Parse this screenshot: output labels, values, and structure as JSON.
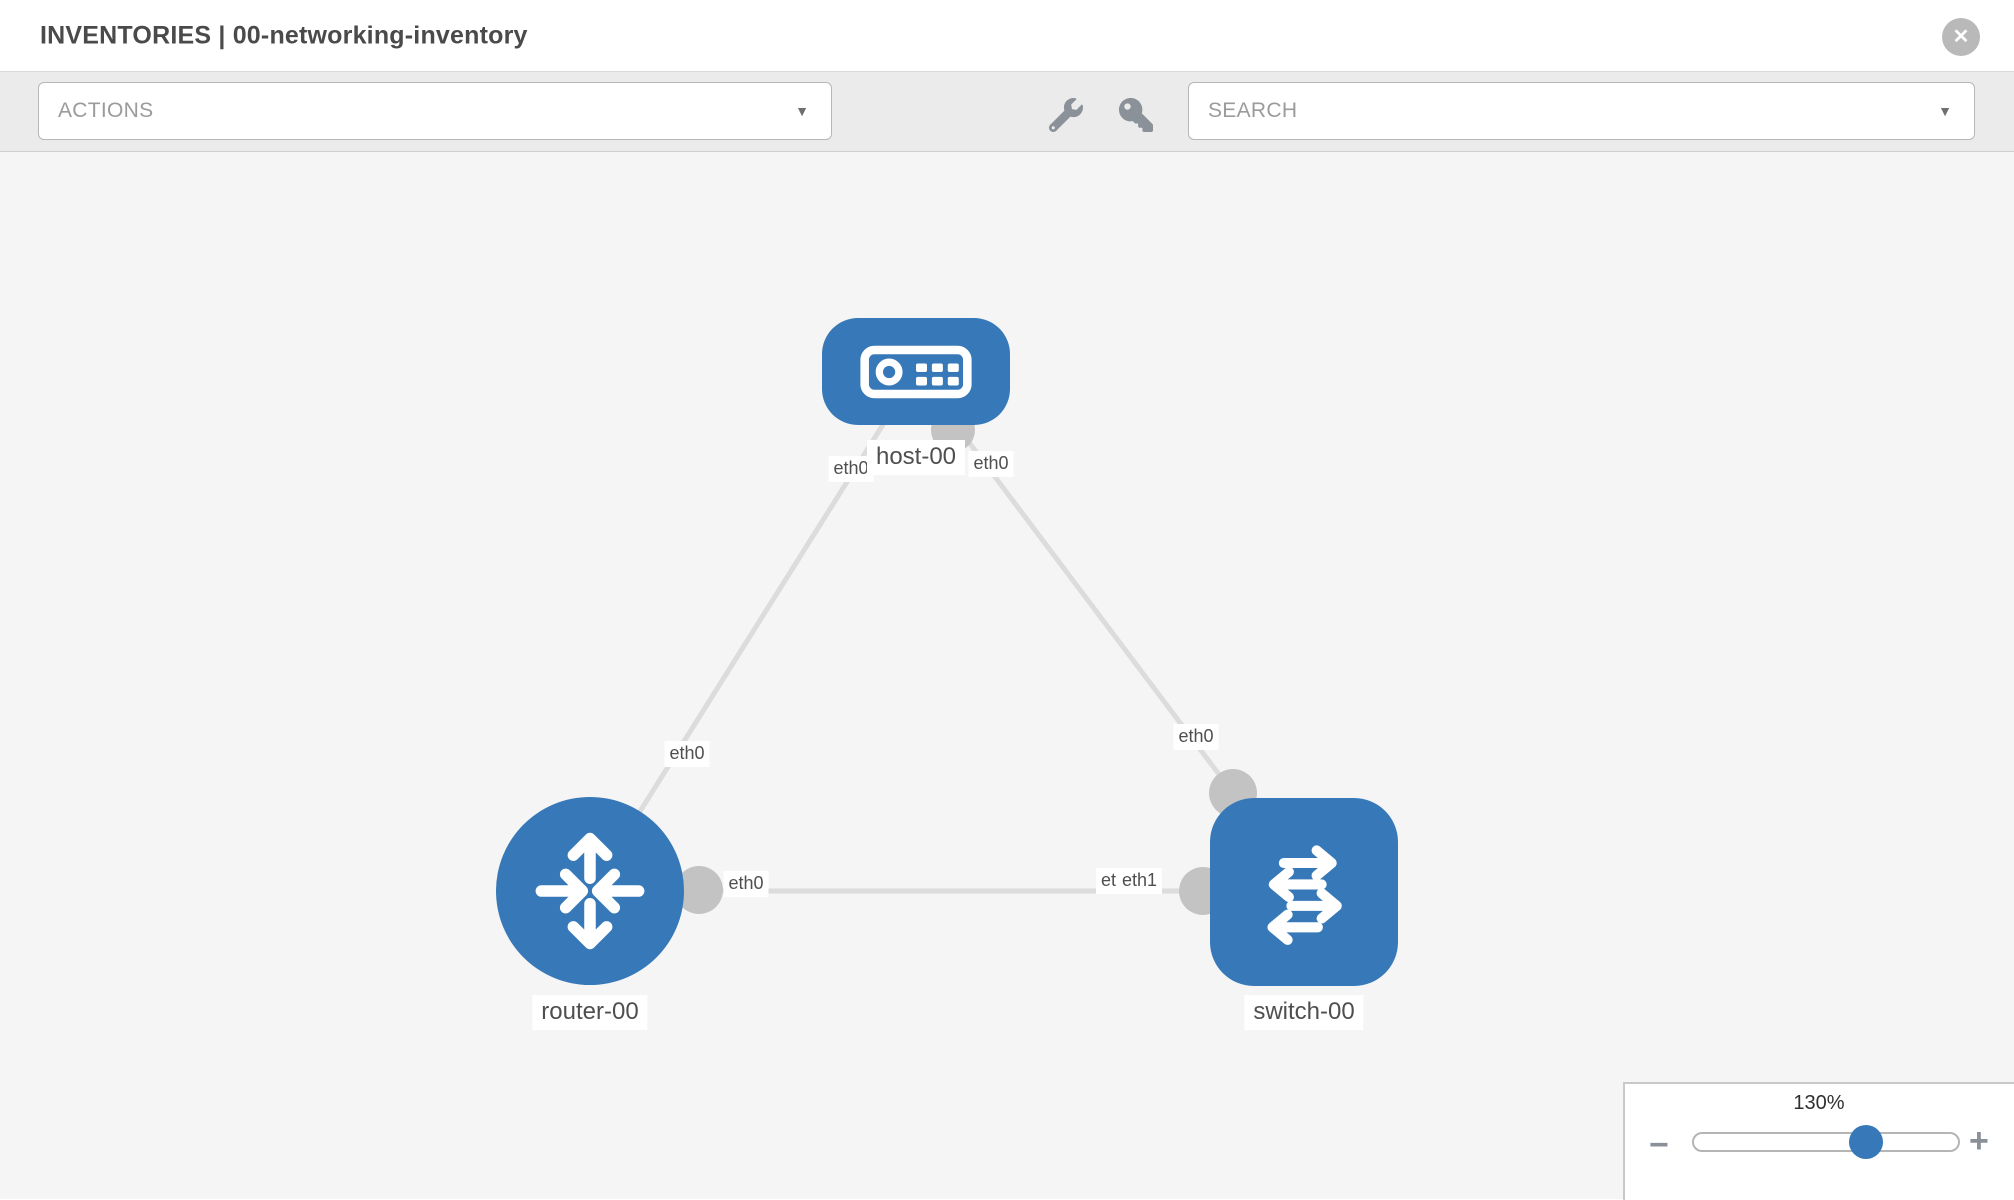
{
  "window": {
    "title": "INVENTORIES | 00-networking-inventory"
  },
  "icons": {
    "close": "✕",
    "caret": "▼",
    "minus": "−",
    "plus": "+",
    "wrench": "wrench-icon",
    "key": "key-icon"
  },
  "toolbar": {
    "actions_placeholder": "ACTIONS",
    "search_placeholder": "SEARCH"
  },
  "colors": {
    "node_blue": "#3779b8",
    "link_gray": "#dcdcdc",
    "connector_gray": "#c3c3c3",
    "toolbar_gray": "#ebebeb",
    "canvas_gray": "#f5f5f6"
  },
  "topology": {
    "nodes": [
      {
        "label": "host-00",
        "type": "host"
      },
      {
        "label": "router-00",
        "type": "router"
      },
      {
        "label": "switch-00",
        "type": "switch"
      }
    ],
    "ports": {
      "host_left": "eth0",
      "host_right": "eth0",
      "host_router_link_router_end": "eth0",
      "host_switch_link_switch_end": "eth0",
      "router_switch_link_router_end": "eth0",
      "router_switch_link_switch_end_under": "eth0",
      "router_switch_link_switch_end_over": "eth1"
    }
  },
  "zoom_control": {
    "level": "130%"
  }
}
